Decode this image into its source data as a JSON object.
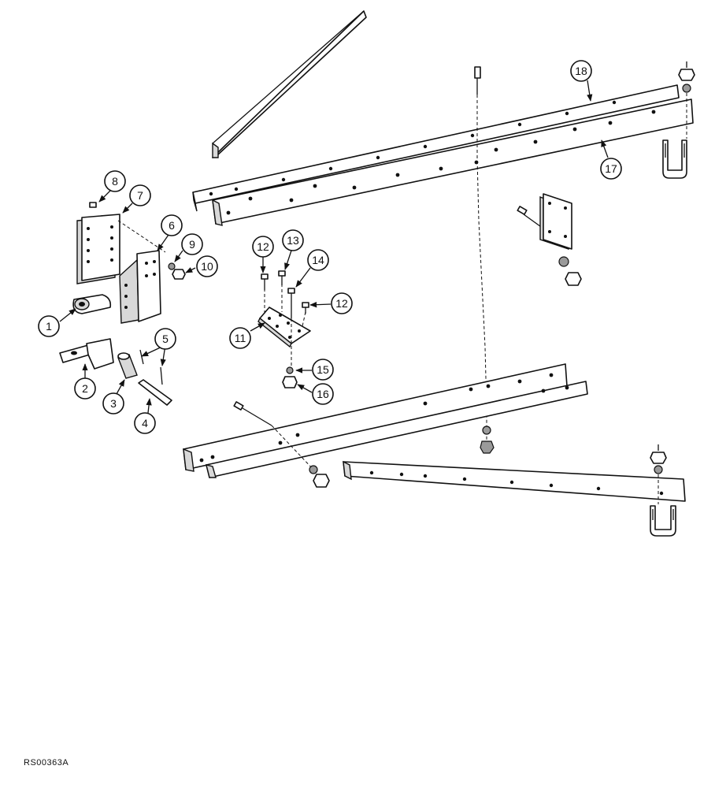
{
  "figure_code": "RS00363A",
  "callouts": [
    "1",
    "2",
    "3",
    "4",
    "5",
    "6",
    "7",
    "8",
    "9",
    "10",
    "11",
    "12",
    "13",
    "14",
    "15",
    "16",
    "17",
    "18"
  ],
  "colors": {
    "line": "#111111",
    "background": "#ffffff",
    "shade": "#d8d8d8"
  }
}
